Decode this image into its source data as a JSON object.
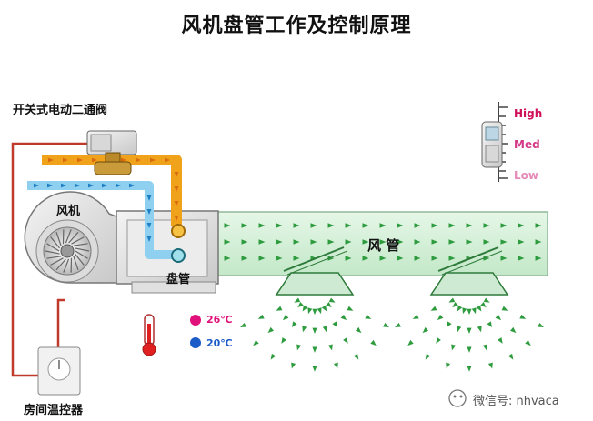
{
  "title": "风机盘管工作及控制原理",
  "labels": {
    "valve": "开关式电动二通阀",
    "fan": "风机",
    "coil": "盘管",
    "duct": "风 管",
    "thermostat": "房间温控器"
  },
  "temperatures": {
    "hot": "26℃",
    "cold": "20℃"
  },
  "speed": {
    "high": "High",
    "med": "Med",
    "low": "Low"
  },
  "watermark": "微信号: nhvaca",
  "colors": {
    "supply_pipe": "#f0a21a",
    "return_pipe": "#8fd0f0",
    "wire": "#c0392b",
    "duct_fill": "#d3f0d7",
    "airflow": "#2e9b3e",
    "hot": "#e0117a",
    "cold": "#1c5cc8"
  }
}
